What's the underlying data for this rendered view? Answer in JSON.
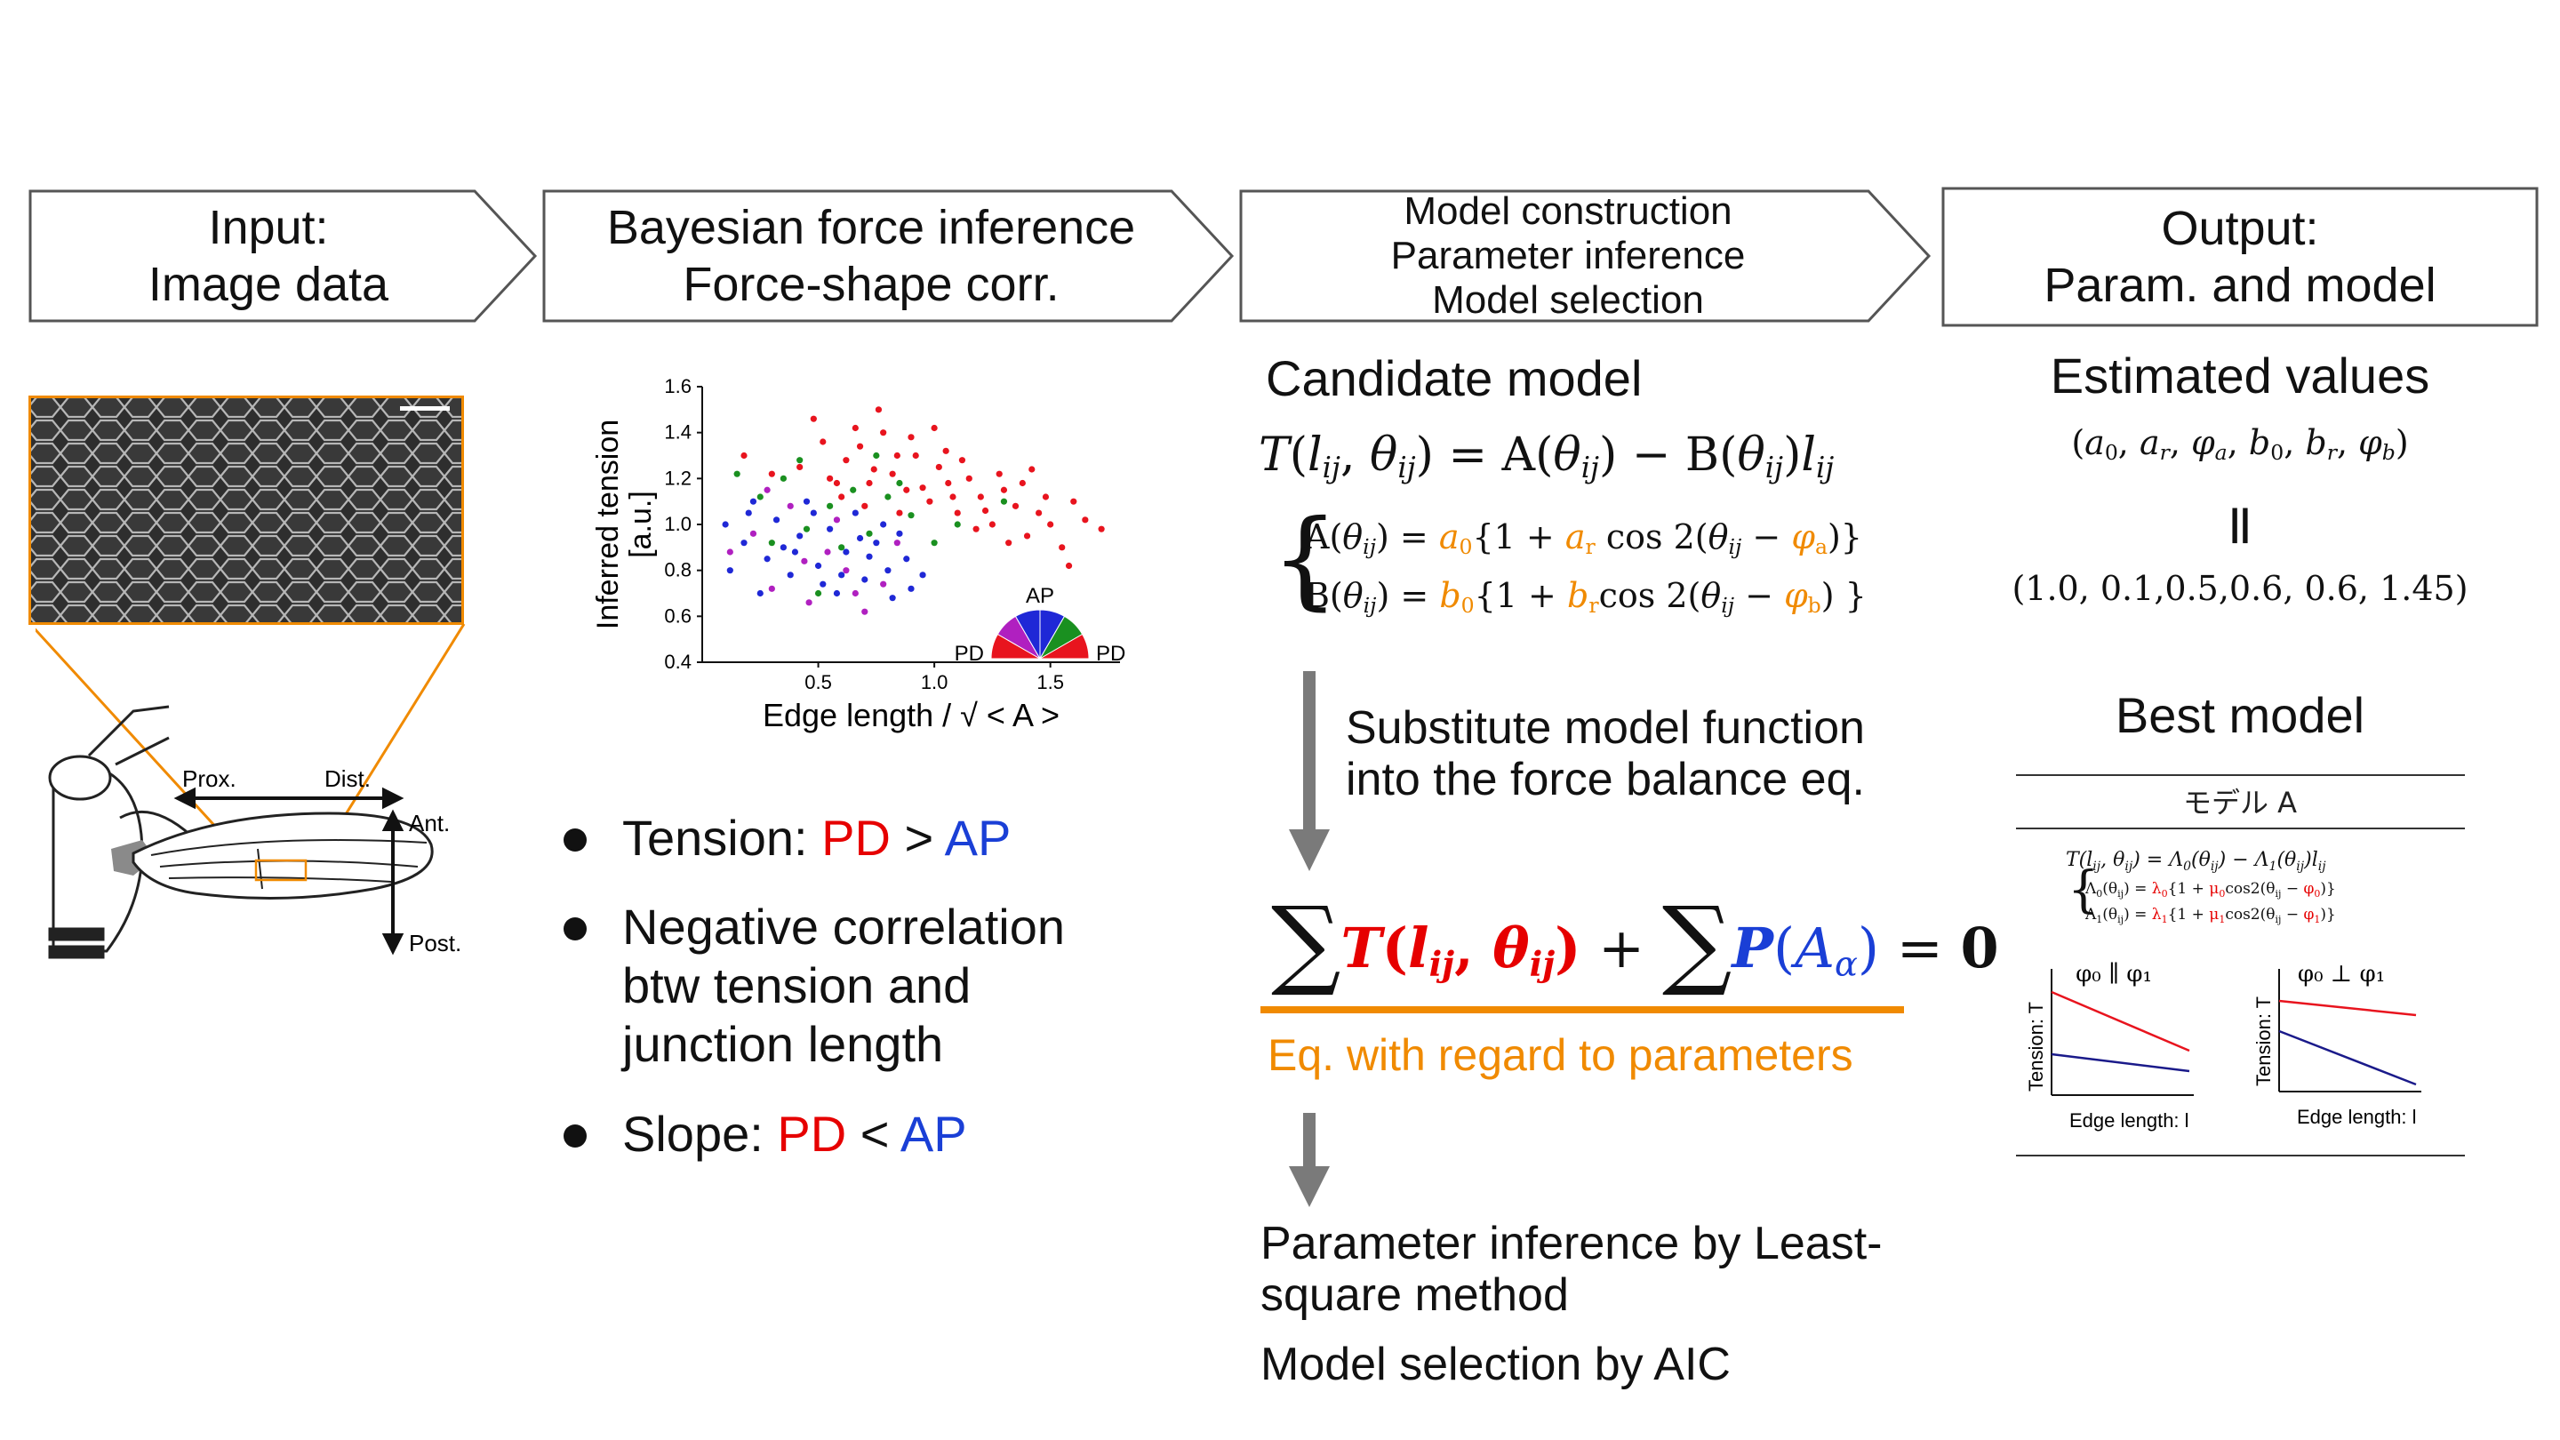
{
  "steps": [
    {
      "line1": "Input:",
      "line2": "Image data",
      "line3": ""
    },
    {
      "line1": "Bayesian force inference",
      "line2": "Force-shape corr.",
      "line3": ""
    },
    {
      "line1": "Model construction",
      "line2": "Parameter inference",
      "line3": "Model selection"
    },
    {
      "line1": "Output:",
      "line2": "Param. and model",
      "line3": ""
    }
  ],
  "input": {
    "wing_labels": {
      "prox": "Prox.",
      "dist": "Dist.",
      "ant": "Ant.",
      "post": "Post."
    }
  },
  "chart_data": {
    "type": "scatter",
    "xlabel": "Edge length / √ < A >",
    "ylabel": "Inferred tension [a.u.]",
    "xticks": [
      "0.5",
      "1.0",
      "1.5"
    ],
    "yticks": [
      "0.4",
      "0.6",
      "0.8",
      "1.0",
      "1.2",
      "1.4",
      "1.6"
    ],
    "xlim": [
      0,
      1.8
    ],
    "ylim": [
      0.4,
      1.6
    ],
    "series_colors": [
      "#e8141e",
      "#1f28d6",
      "#1a9020",
      "#b020c0"
    ],
    "series": [
      {
        "color": "#e8141e",
        "points": [
          [
            0.18,
            1.3
          ],
          [
            0.3,
            1.22
          ],
          [
            0.42,
            1.25
          ],
          [
            0.48,
            1.46
          ],
          [
            0.55,
            1.2
          ],
          [
            0.62,
            1.28
          ],
          [
            0.68,
            1.34
          ],
          [
            0.72,
            1.18
          ],
          [
            0.78,
            1.4
          ],
          [
            0.82,
            1.22
          ],
          [
            0.88,
            1.15
          ],
          [
            0.92,
            1.3
          ],
          [
            0.98,
            1.1
          ],
          [
            1.02,
            1.25
          ],
          [
            1.06,
            1.18
          ],
          [
            1.1,
            1.05
          ],
          [
            1.15,
            1.2
          ],
          [
            1.2,
            1.12
          ],
          [
            1.25,
            1.0
          ],
          [
            1.3,
            1.15
          ],
          [
            1.35,
            1.08
          ],
          [
            1.4,
            0.95
          ],
          [
            1.45,
            1.05
          ],
          [
            1.5,
            1.0
          ],
          [
            1.55,
            0.9
          ],
          [
            1.6,
            1.1
          ],
          [
            1.65,
            1.02
          ],
          [
            1.72,
            0.98
          ],
          [
            0.6,
            1.12
          ],
          [
            0.7,
            1.08
          ],
          [
            0.85,
            1.05
          ],
          [
            0.95,
            1.16
          ],
          [
            1.05,
            1.32
          ],
          [
            1.12,
            1.28
          ],
          [
            1.18,
            0.98
          ],
          [
            1.28,
            1.22
          ],
          [
            1.38,
            1.18
          ],
          [
            1.48,
            1.12
          ],
          [
            1.58,
            0.82
          ],
          [
            0.52,
            1.36
          ],
          [
            0.66,
            1.42
          ],
          [
            0.76,
            1.5
          ],
          [
            0.9,
            1.38
          ],
          [
            1.0,
            1.42
          ],
          [
            1.08,
            1.12
          ],
          [
            1.22,
            1.06
          ],
          [
            1.32,
            0.92
          ],
          [
            1.42,
            1.24
          ],
          [
            0.58,
            1.18
          ],
          [
            0.74,
            1.24
          ],
          [
            0.84,
            1.3
          ]
        ]
      },
      {
        "color": "#1f28d6",
        "points": [
          [
            0.1,
            1.0
          ],
          [
            0.18,
            0.92
          ],
          [
            0.22,
            1.1
          ],
          [
            0.28,
            0.85
          ],
          [
            0.32,
            1.02
          ],
          [
            0.38,
            0.78
          ],
          [
            0.42,
            0.95
          ],
          [
            0.45,
            1.1
          ],
          [
            0.5,
            0.82
          ],
          [
            0.55,
            0.98
          ],
          [
            0.58,
            0.7
          ],
          [
            0.62,
            0.88
          ],
          [
            0.66,
            1.05
          ],
          [
            0.7,
            0.76
          ],
          [
            0.75,
            0.92
          ],
          [
            0.8,
            0.8
          ],
          [
            0.85,
            0.96
          ],
          [
            0.9,
            0.72
          ],
          [
            0.12,
            0.8
          ],
          [
            0.25,
            0.7
          ],
          [
            0.35,
            0.9
          ],
          [
            0.48,
            1.05
          ],
          [
            0.6,
            0.78
          ],
          [
            0.68,
            0.94
          ],
          [
            0.78,
            1.0
          ],
          [
            0.88,
            0.85
          ],
          [
            0.2,
            1.05
          ],
          [
            0.4,
            0.88
          ],
          [
            0.52,
            0.74
          ],
          [
            0.72,
            0.86
          ],
          [
            0.82,
            0.68
          ],
          [
            0.95,
            0.78
          ]
        ]
      },
      {
        "color": "#1a9020",
        "points": [
          [
            0.15,
            1.22
          ],
          [
            0.25,
            1.12
          ],
          [
            0.35,
            1.2
          ],
          [
            0.45,
            0.98
          ],
          [
            0.55,
            1.08
          ],
          [
            0.65,
            1.15
          ],
          [
            0.72,
            0.96
          ],
          [
            0.8,
            1.12
          ],
          [
            0.9,
            1.04
          ],
          [
            1.0,
            0.92
          ],
          [
            1.1,
            1.0
          ],
          [
            1.3,
            1.1
          ],
          [
            0.3,
            0.92
          ],
          [
            0.5,
            0.7
          ],
          [
            0.6,
            0.9
          ],
          [
            0.42,
            1.28
          ],
          [
            0.75,
            1.3
          ],
          [
            0.85,
            1.18
          ]
        ]
      },
      {
        "color": "#b020c0",
        "points": [
          [
            0.12,
            0.88
          ],
          [
            0.22,
            0.96
          ],
          [
            0.3,
            0.72
          ],
          [
            0.38,
            1.08
          ],
          [
            0.46,
            0.66
          ],
          [
            0.54,
            0.88
          ],
          [
            0.62,
            0.8
          ],
          [
            0.7,
            0.62
          ],
          [
            0.78,
            0.74
          ],
          [
            0.28,
            1.15
          ],
          [
            0.44,
            0.84
          ],
          [
            0.58,
            1.02
          ],
          [
            0.66,
            0.7
          ],
          [
            0.84,
            0.92
          ]
        ]
      }
    ],
    "inset": {
      "ap": "AP",
      "pd_left": "PD",
      "pd_right": "PD"
    }
  },
  "bullets": {
    "b1_prefix": "Tension: ",
    "b1_pd": "PD",
    "b1_op": " > ",
    "b1_ap": "AP",
    "b2_line1": "Negative correlation",
    "b2_line2": "btw tension and",
    "b2_line3": "junction length",
    "b3_prefix": "Slope: ",
    "b3_pd": "PD",
    "b3_op": " < ",
    "b3_ap": "AP"
  },
  "model": {
    "candidate_title": "Candidate model",
    "substitute_line1": "Substitute model function",
    "substitute_line2": "into the force balance eq.",
    "eq_caption": "Eq. with regard to parameters",
    "inference_line1": "Parameter inference by Least-",
    "inference_line2": "square method",
    "selection": "Model selection by AIC"
  },
  "output": {
    "estimated_title": "Estimated values",
    "params_symbolic": "(a₀, aᵣ, φₐ, b₀, bᵣ, φ_b)",
    "equals": "||",
    "param_values": "(1.0, 0.1,0.5,0.6, 0.6, 1.45)",
    "best_title": "Best model",
    "model_name": "モデル A",
    "left_plot_title": "φ₀ ∥ φ₁",
    "right_plot_title": "φ₀ ⊥ φ₁",
    "ylabel": "Tension: T",
    "xlabel": "Edge length: l"
  },
  "colors": {
    "orange": "#f08a00",
    "red": "#e60000",
    "blue": "#1a3fd6",
    "border": "#555555"
  }
}
